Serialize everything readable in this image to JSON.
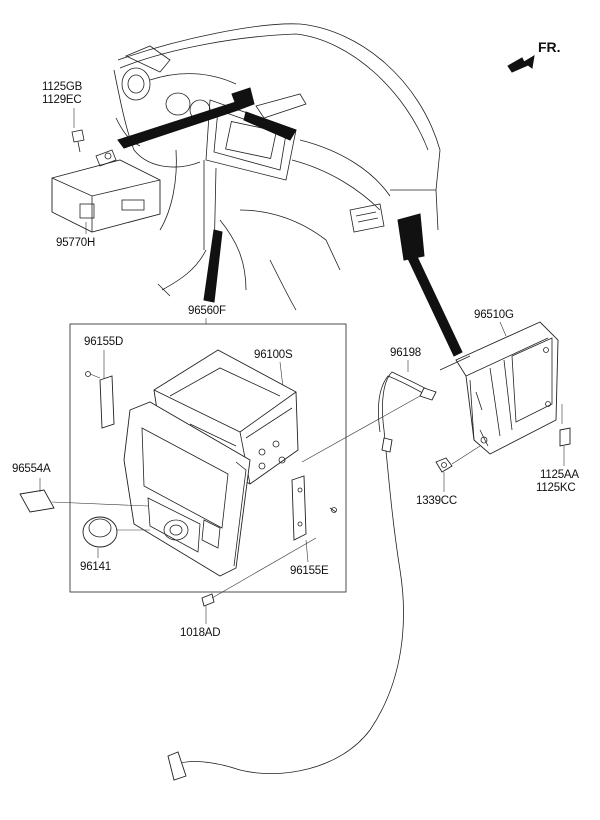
{
  "direction_label": "FR.",
  "labels": {
    "p1125GB": "1125GB",
    "p1129EC": "1129EC",
    "p95770H": "95770H",
    "p96560F": "96560F",
    "p96155D": "96155D",
    "p96100S": "96100S",
    "p96198": "96198",
    "p96510G": "96510G",
    "p96554A": "96554A",
    "p96141": "96141",
    "p96155E": "96155E",
    "p1018AD": "1018AD",
    "p1339CC": "1339CC",
    "p1125AA": "1125AA",
    "p1125KC": "1125KC"
  }
}
